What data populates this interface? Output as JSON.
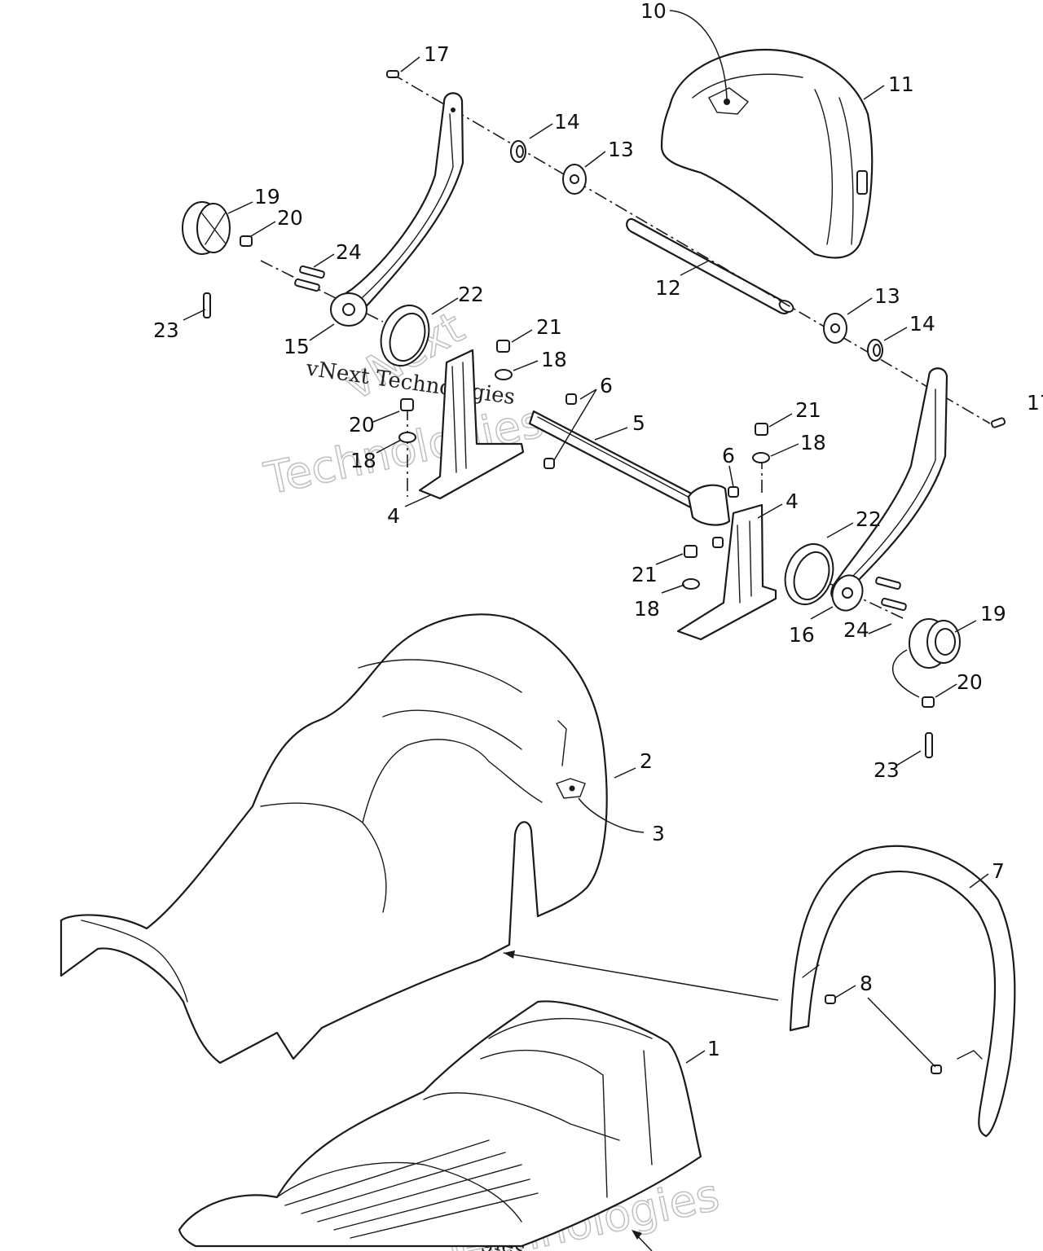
{
  "watermark": {
    "brand": "vNext",
    "word": "Technologies",
    "company": "vNext Technologies"
  },
  "callouts": [
    "1",
    "2",
    "3",
    "4",
    "4",
    "5",
    "6",
    "6",
    "7",
    "8",
    "10",
    "11",
    "12",
    "13",
    "13",
    "14",
    "14",
    "15",
    "16",
    "17",
    "17",
    "18",
    "18",
    "18",
    "19",
    "19",
    "20",
    "20",
    "21",
    "21",
    "21",
    "22",
    "22",
    "23",
    "23",
    "24",
    "24"
  ]
}
